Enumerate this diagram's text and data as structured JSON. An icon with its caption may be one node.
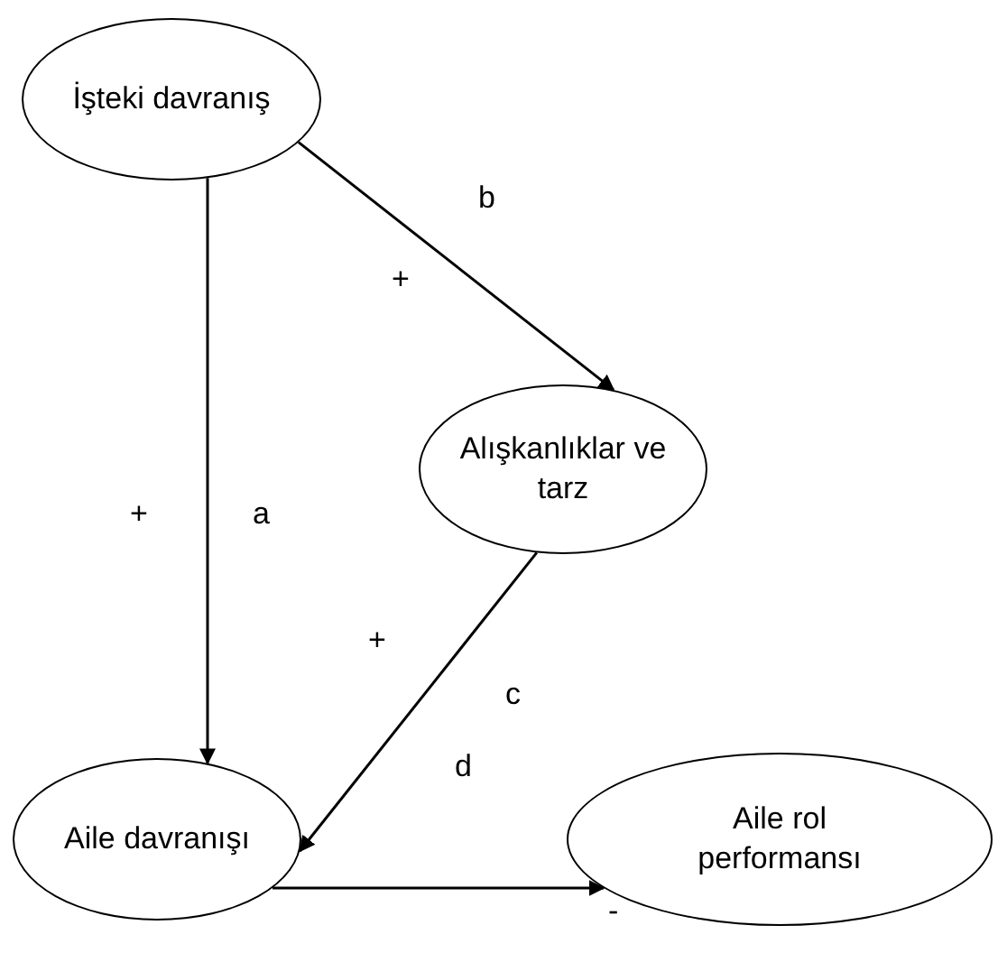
{
  "diagram": {
    "nodes": [
      {
        "text": [
          "İşteki davranış"
        ]
      },
      {
        "text": [
          "Alışkanlıklar ve tarz"
        ]
      },
      {
        "text": [
          "Aile davranışı"
        ]
      },
      {
        "text": [
          "Aile rol performansı"
        ]
      }
    ],
    "edges": [
      {
        "from": 0,
        "to": 2,
        "arrow": "to"
      },
      {
        "from": 0,
        "to": 1,
        "arrow": "to"
      },
      {
        "from": 1,
        "to": 2,
        "arrow": "to"
      },
      {
        "from": 2,
        "to": 3,
        "arrow": "to"
      }
    ],
    "labels": [
      "b",
      "+",
      "+",
      "a",
      "+",
      "c",
      "d",
      "-"
    ]
  }
}
